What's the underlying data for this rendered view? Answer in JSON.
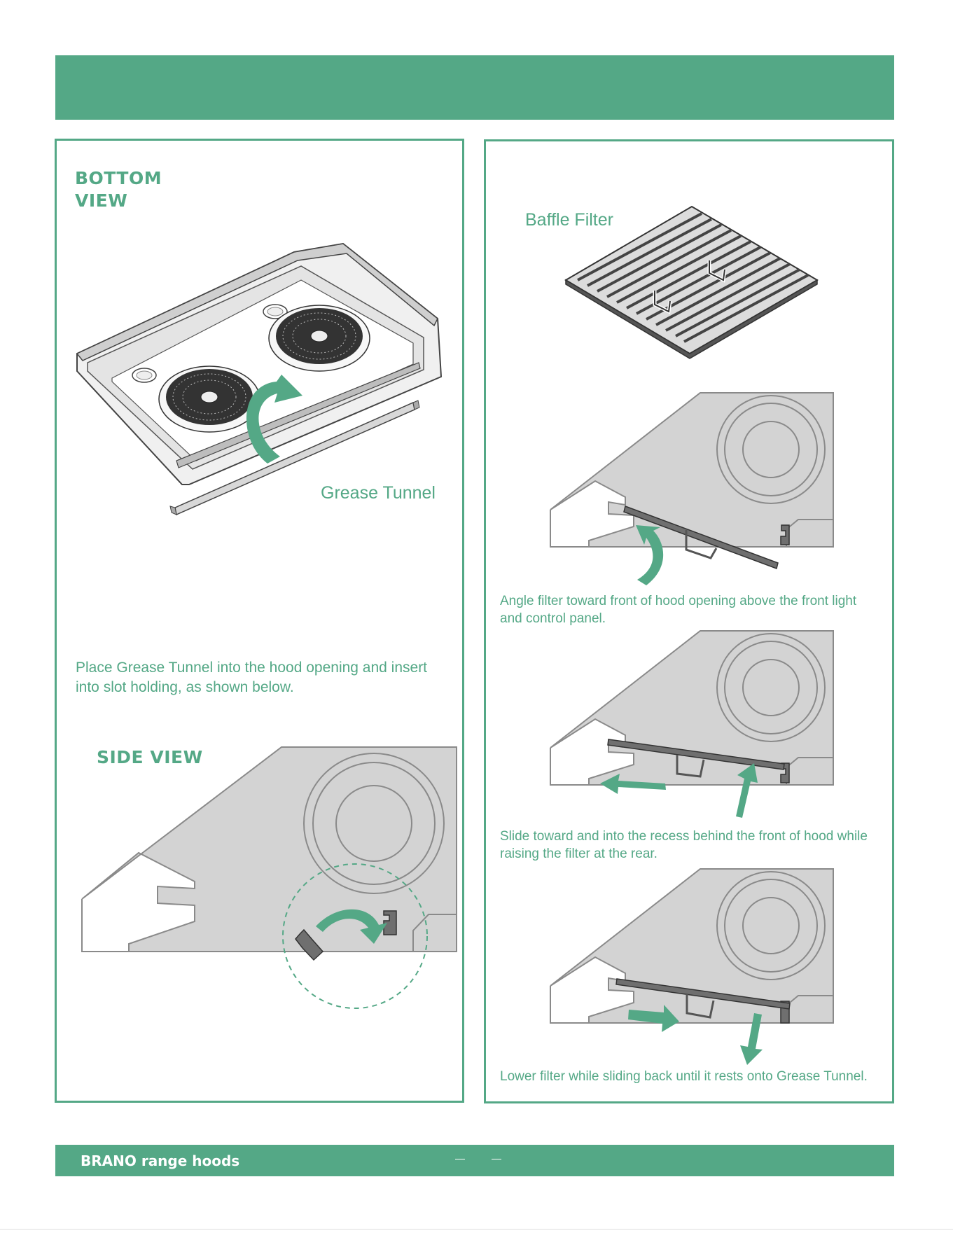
{
  "left_panel": {
    "bottom_view_heading_line1": "BOTTOM",
    "bottom_view_heading_line2": "VIEW",
    "grease_tunnel_label": "Grease Tunnel",
    "instruction_line1": "Place Grease Tunnel into the hood opening and insert",
    "instruction_line2": "into slot holding, as shown below.",
    "side_view_heading": "SIDE VIEW"
  },
  "right_panel": {
    "baffle_filter_label": "Baffle Filter",
    "steps": [
      {
        "line1": "Angle filter toward front of hood opening above the front light",
        "line2": "and control panel."
      },
      {
        "line1": "Slide toward and into the recess behind the front of hood while",
        "line2": "raising the filter at the rear."
      },
      {
        "line1": "Lower filter while sliding back until it rests onto Grease Tunnel.",
        "line2": ""
      }
    ]
  },
  "footer": {
    "brand": "BRANO range hoods"
  },
  "colors": {
    "accent": "#54a886",
    "hood_gray": "#d3d3d3",
    "outline_gray": "#8a8a8a",
    "dark_gray": "#6f6f6f"
  }
}
